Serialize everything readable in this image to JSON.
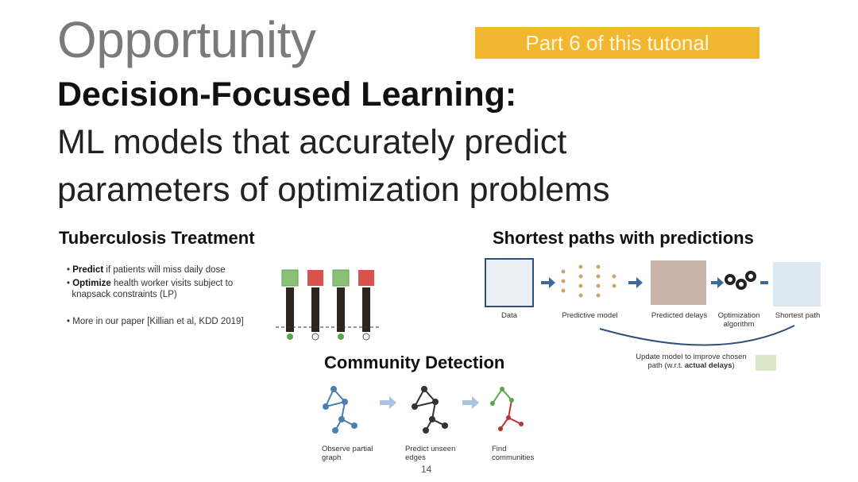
{
  "slide": {
    "title": "Opportunity",
    "badge": "Part 6 of this tutonal",
    "heading": "Decision-Focused Learning:",
    "subtitle_line1": "ML models that accurately predict",
    "subtitle_line2": "parameters of optimization problems",
    "page_number": "14"
  },
  "tuberculosis": {
    "title": "Tuberculosis Treatment",
    "bullet1_bold": "Predict",
    "bullet1_rest": " if patients will miss daily dose",
    "bullet2_bold": "Optimize",
    "bullet2_rest": " health worker visits subject to",
    "bullet2_line2": "knapsack constraints (LP)",
    "bullet3": "More in our paper [Killian et al, KDD 2019]"
  },
  "shortest_paths": {
    "title": "Shortest paths with predictions",
    "labels": {
      "data": "Data",
      "model": "Predictive model",
      "delays": "Predicted delays",
      "opt_line1": "Optimization",
      "opt_line2": "algorithm",
      "path": "Shortest path",
      "update_line1": "Update model to improve chosen",
      "update_line2_a": "path (w.r.t. ",
      "update_line2_b": "actual delays",
      "update_line2_c": ")"
    }
  },
  "community": {
    "title": "Community Detection",
    "label1_line1": "Observe partial",
    "label1_line2": "graph",
    "label2_line1": "Predict unseen",
    "label2_line2": "edges",
    "label3_line1": "Find",
    "label3_line2": "communities"
  },
  "colors": {
    "badge": "#f2b731",
    "title_gray": "#7a7a7a",
    "green": "#5aa64a",
    "red": "#d8514a",
    "node_blue": "#4a7fb0"
  }
}
